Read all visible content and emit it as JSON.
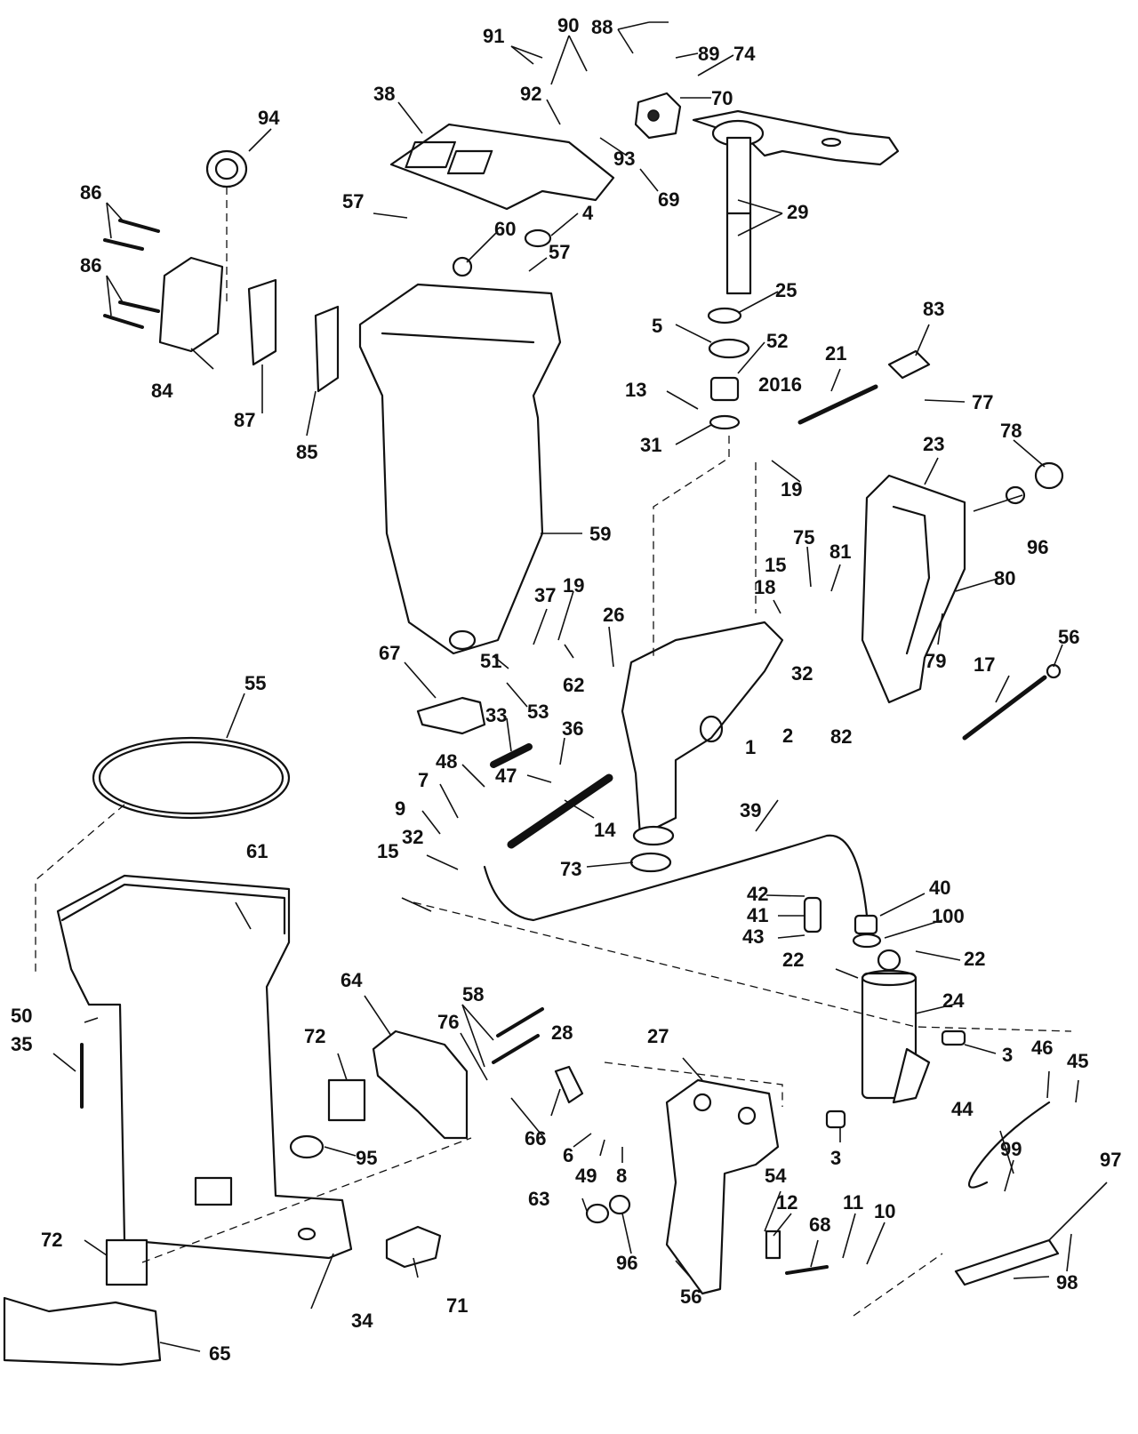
{
  "diagram": {
    "callouts": [
      {
        "id": "c1",
        "text": "1"
      },
      {
        "id": "c2",
        "text": "2"
      },
      {
        "id": "c3a",
        "text": "3"
      },
      {
        "id": "c3b",
        "text": "3"
      },
      {
        "id": "c4",
        "text": "4"
      },
      {
        "id": "c5",
        "text": "5"
      },
      {
        "id": "c6",
        "text": "6"
      },
      {
        "id": "c7",
        "text": "7"
      },
      {
        "id": "c8",
        "text": "8"
      },
      {
        "id": "c9",
        "text": "9"
      },
      {
        "id": "c10",
        "text": "10"
      },
      {
        "id": "c11",
        "text": "11"
      },
      {
        "id": "c12",
        "text": "12"
      },
      {
        "id": "c13",
        "text": "13"
      },
      {
        "id": "c14",
        "text": "14"
      },
      {
        "id": "c15a",
        "text": "15"
      },
      {
        "id": "c15b",
        "text": "15"
      },
      {
        "id": "c17",
        "text": "17"
      },
      {
        "id": "c18",
        "text": "18"
      },
      {
        "id": "c19a",
        "text": "19"
      },
      {
        "id": "c19b",
        "text": "19"
      },
      {
        "id": "c2016",
        "text": "2016"
      },
      {
        "id": "c21",
        "text": "21"
      },
      {
        "id": "c22a",
        "text": "22"
      },
      {
        "id": "c22b",
        "text": "22"
      },
      {
        "id": "c23",
        "text": "23"
      },
      {
        "id": "c24",
        "text": "24"
      },
      {
        "id": "c25",
        "text": "25"
      },
      {
        "id": "c26",
        "text": "26"
      },
      {
        "id": "c27",
        "text": "27"
      },
      {
        "id": "c28",
        "text": "28"
      },
      {
        "id": "c29",
        "text": "29"
      },
      {
        "id": "c31",
        "text": "31"
      },
      {
        "id": "c32a",
        "text": "32"
      },
      {
        "id": "c32b",
        "text": "32"
      },
      {
        "id": "c33",
        "text": "33"
      },
      {
        "id": "c34",
        "text": "34"
      },
      {
        "id": "c35",
        "text": "35"
      },
      {
        "id": "c36",
        "text": "36"
      },
      {
        "id": "c37",
        "text": "37"
      },
      {
        "id": "c38",
        "text": "38"
      },
      {
        "id": "c39",
        "text": "39"
      },
      {
        "id": "c40",
        "text": "40"
      },
      {
        "id": "c41",
        "text": "41"
      },
      {
        "id": "c42",
        "text": "42"
      },
      {
        "id": "c43",
        "text": "43"
      },
      {
        "id": "c44",
        "text": "44"
      },
      {
        "id": "c45",
        "text": "45"
      },
      {
        "id": "c46",
        "text": "46"
      },
      {
        "id": "c47",
        "text": "47"
      },
      {
        "id": "c48",
        "text": "48"
      },
      {
        "id": "c49",
        "text": "49"
      },
      {
        "id": "c50",
        "text": "50"
      },
      {
        "id": "c51",
        "text": "51"
      },
      {
        "id": "c52",
        "text": "52"
      },
      {
        "id": "c53",
        "text": "53"
      },
      {
        "id": "c54",
        "text": "54"
      },
      {
        "id": "c55",
        "text": "55"
      },
      {
        "id": "c56a",
        "text": "56"
      },
      {
        "id": "c56b",
        "text": "56"
      },
      {
        "id": "c57a",
        "text": "57"
      },
      {
        "id": "c57b",
        "text": "57"
      },
      {
        "id": "c58",
        "text": "58"
      },
      {
        "id": "c59",
        "text": "59"
      },
      {
        "id": "c60",
        "text": "60"
      },
      {
        "id": "c61",
        "text": "61"
      },
      {
        "id": "c62",
        "text": "62"
      },
      {
        "id": "c63",
        "text": "63"
      },
      {
        "id": "c64",
        "text": "64"
      },
      {
        "id": "c65",
        "text": "65"
      },
      {
        "id": "c66",
        "text": "66"
      },
      {
        "id": "c67",
        "text": "67"
      },
      {
        "id": "c68",
        "text": "68"
      },
      {
        "id": "c69",
        "text": "69"
      },
      {
        "id": "c70",
        "text": "70"
      },
      {
        "id": "c71",
        "text": "71"
      },
      {
        "id": "c72a",
        "text": "72"
      },
      {
        "id": "c72b",
        "text": "72"
      },
      {
        "id": "c73",
        "text": "73"
      },
      {
        "id": "c74",
        "text": "74"
      },
      {
        "id": "c75",
        "text": "75"
      },
      {
        "id": "c76",
        "text": "76"
      },
      {
        "id": "c77",
        "text": "77"
      },
      {
        "id": "c78",
        "text": "78"
      },
      {
        "id": "c79",
        "text": "79"
      },
      {
        "id": "c80",
        "text": "80"
      },
      {
        "id": "c81",
        "text": "81"
      },
      {
        "id": "c82",
        "text": "82"
      },
      {
        "id": "c83",
        "text": "83"
      },
      {
        "id": "c84",
        "text": "84"
      },
      {
        "id": "c85",
        "text": "85"
      },
      {
        "id": "c86a",
        "text": "86"
      },
      {
        "id": "c86b",
        "text": "86"
      },
      {
        "id": "c87",
        "text": "87"
      },
      {
        "id": "c88",
        "text": "88"
      },
      {
        "id": "c89",
        "text": "89"
      },
      {
        "id": "c90",
        "text": "90"
      },
      {
        "id": "c91",
        "text": "91"
      },
      {
        "id": "c92",
        "text": "92"
      },
      {
        "id": "c93",
        "text": "93"
      },
      {
        "id": "c94",
        "text": "94"
      },
      {
        "id": "c95",
        "text": "95"
      },
      {
        "id": "c96a",
        "text": "96"
      },
      {
        "id": "c96b",
        "text": "96"
      },
      {
        "id": "c97",
        "text": "97"
      },
      {
        "id": "c98",
        "text": "98"
      },
      {
        "id": "c99",
        "text": "99"
      },
      {
        "id": "c100",
        "text": "100"
      }
    ]
  }
}
